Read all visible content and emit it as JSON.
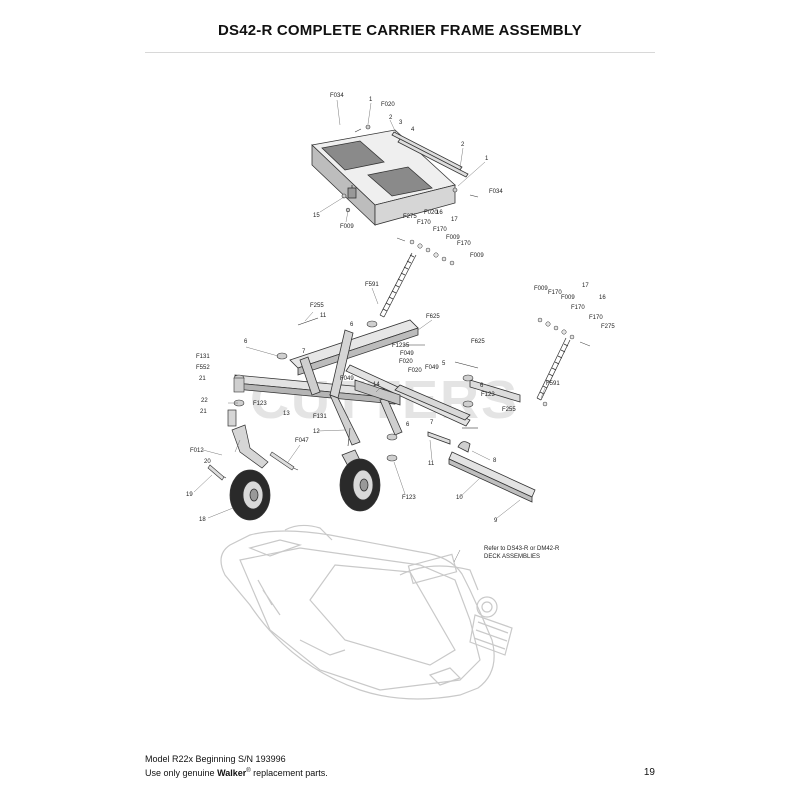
{
  "page": {
    "title": "DS42-R COMPLETE CARRIER FRAME ASSEMBLY",
    "watermark": "CUTTERS",
    "deck_note": {
      "line1": "Refer to DS43-R or DM42-R",
      "line2": "DECK ASSEMBLIES"
    },
    "footer": {
      "model_line": "Model R22x Beginning S/N 193996",
      "use_prefix": "Use only genuine ",
      "brand": "Walker",
      "reg": "®",
      "use_suffix": " replacement parts.",
      "page_number": "19"
    }
  },
  "callouts": [
    {
      "id": "c-f034-a",
      "label": "F034"
    },
    {
      "id": "c-1-a",
      "label": "1"
    },
    {
      "id": "c-f020-a",
      "label": "F020"
    },
    {
      "id": "c-2-a",
      "label": "2"
    },
    {
      "id": "c-3",
      "label": "3"
    },
    {
      "id": "c-4",
      "label": "4"
    },
    {
      "id": "c-2-b",
      "label": "2"
    },
    {
      "id": "c-1-b",
      "label": "1"
    },
    {
      "id": "c-f034-b",
      "label": "F034"
    },
    {
      "id": "c-15",
      "label": "15"
    },
    {
      "id": "c-f009-a",
      "label": "F009"
    },
    {
      "id": "c-f020-b",
      "label": "F020"
    },
    {
      "id": "c-16-a",
      "label": "16"
    },
    {
      "id": "c-f275-a",
      "label": "F275"
    },
    {
      "id": "c-f170-a",
      "label": "F170"
    },
    {
      "id": "c-17-a",
      "label": "17"
    },
    {
      "id": "c-f170-b",
      "label": "F170"
    },
    {
      "id": "c-f009-b",
      "label": "F009"
    },
    {
      "id": "c-f170-c",
      "label": "F170"
    },
    {
      "id": "c-f009-c",
      "label": "F009"
    },
    {
      "id": "c-f591-a",
      "label": "F591"
    },
    {
      "id": "c-f255-a",
      "label": "F255"
    },
    {
      "id": "c-11-a",
      "label": "11"
    },
    {
      "id": "c-f625-a",
      "label": "F625"
    },
    {
      "id": "c-6-a",
      "label": "6"
    },
    {
      "id": "c-6-b",
      "label": "6"
    },
    {
      "id": "c-f123-a",
      "label": "F123"
    },
    {
      "id": "c-5-a",
      "label": "5"
    },
    {
      "id": "c-f049-a",
      "label": "F049"
    },
    {
      "id": "c-f020-c",
      "label": "F020"
    },
    {
      "id": "c-7-a",
      "label": "7"
    },
    {
      "id": "c-f131-a",
      "label": "F131"
    },
    {
      "id": "c-f552",
      "label": "F552"
    },
    {
      "id": "c-21-a",
      "label": "21"
    },
    {
      "id": "c-f049-b",
      "label": "F049"
    },
    {
      "id": "c-14",
      "label": "14"
    },
    {
      "id": "c-f020-d",
      "label": "F020"
    },
    {
      "id": "c-f049-c",
      "label": "F049"
    },
    {
      "id": "c-5-b",
      "label": "5"
    },
    {
      "id": "c-f625-b",
      "label": "F625"
    },
    {
      "id": "c-6-c",
      "label": "6"
    },
    {
      "id": "c-f123-b",
      "label": "F123"
    },
    {
      "id": "c-22",
      "label": "22"
    },
    {
      "id": "c-f123-c",
      "label": "F123"
    },
    {
      "id": "c-21-b",
      "label": "21"
    },
    {
      "id": "c-13",
      "label": "13"
    },
    {
      "id": "c-f131-b",
      "label": "F131"
    },
    {
      "id": "c-f255-b",
      "label": "F255"
    },
    {
      "id": "c-7-b",
      "label": "7"
    },
    {
      "id": "c-6-d",
      "label": "6"
    },
    {
      "id": "c-12",
      "label": "12"
    },
    {
      "id": "c-f047",
      "label": "F047"
    },
    {
      "id": "c-f012",
      "label": "F012"
    },
    {
      "id": "c-20",
      "label": "20"
    },
    {
      "id": "c-11-b",
      "label": "11"
    },
    {
      "id": "c-8",
      "label": "8"
    },
    {
      "id": "c-f123-d",
      "label": "F123"
    },
    {
      "id": "c-19",
      "label": "19"
    },
    {
      "id": "c-10",
      "label": "10"
    },
    {
      "id": "c-18",
      "label": "18"
    },
    {
      "id": "c-9",
      "label": "9"
    },
    {
      "id": "c-f009-d",
      "label": "F009"
    },
    {
      "id": "c-f170-d",
      "label": "F170"
    },
    {
      "id": "c-f009-e",
      "label": "F009"
    },
    {
      "id": "c-17-b",
      "label": "17"
    },
    {
      "id": "c-16-b",
      "label": "16"
    },
    {
      "id": "c-f170-e",
      "label": "F170"
    },
    {
      "id": "c-f170-f",
      "label": "F170"
    },
    {
      "id": "c-f275-b",
      "label": "F275"
    },
    {
      "id": "c-f591-b",
      "label": "F591"
    }
  ]
}
